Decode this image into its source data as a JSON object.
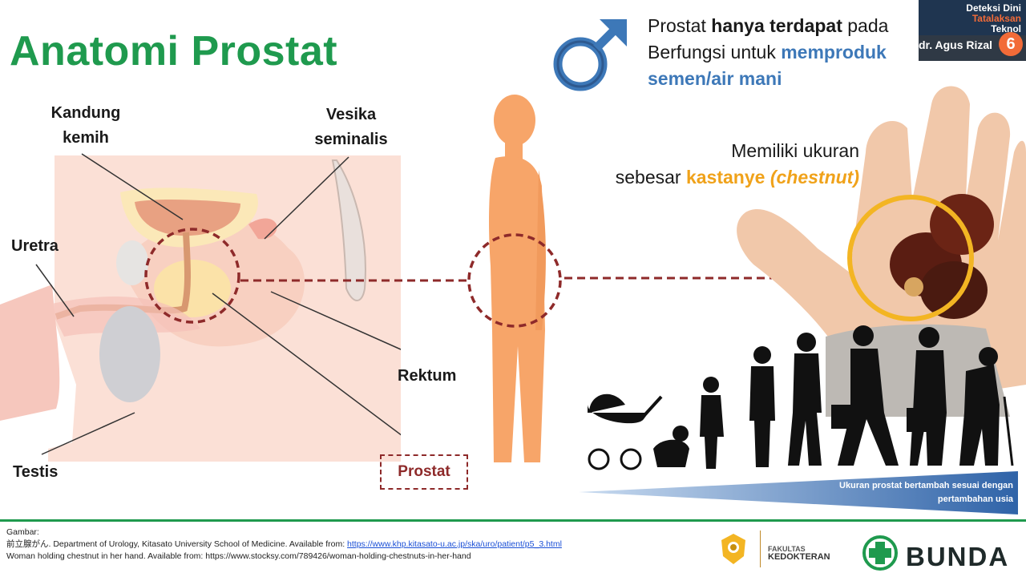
{
  "title": "Anatomi Prostat",
  "labels": {
    "kandung_kemih_1": "Kandung",
    "kandung_kemih_2": "kemih",
    "vesika_1": "Vesika",
    "vesika_2": "seminalis",
    "uretra": "Uretra",
    "rektum": "Rektum",
    "testis": "Testis",
    "prostat": "Prostat"
  },
  "info": {
    "l1a": "Prostat ",
    "l1b": "hanya terdapat",
    "l1c": " pada",
    "l2a": "Berfungsi untuk ",
    "l2b": "memproduk",
    "l3": "semen/air mani"
  },
  "size": {
    "l1": "Memiliki ukuran",
    "l2a": "sebesar ",
    "l2b": "kastanye ",
    "l2c": "(chestnut)"
  },
  "growth_caption": {
    "l1": "Ukuran prostat bertambah sesuai dengan",
    "l2": "pertambahan usia"
  },
  "credits": {
    "heading": "Gambar:",
    "line1_prefix": "前立腺がん. Department of Urology, Kitasato University School of Medicine. Available from: ",
    "line1_link": "https://www.khp.kitasato-u.ac.jp/ska/uro/patient/p5_3.html",
    "line2": "Woman holding chestnut in her hand. Available from: https://www.stocksy.com/789426/woman-holding-chestnuts-in-her-hand"
  },
  "webcam": {
    "l1": "Deteksi Dini",
    "l2": "Tatalaksan",
    "l3": "Teknol",
    "name": "dr. Agus Rizal",
    "badge": "6"
  },
  "logos": {
    "fk_1": "FAKULTAS",
    "fk_2": "KEDOKTERAN",
    "bunda": "BUNDA"
  },
  "icons": [
    "male-symbol-icon",
    "university-seal-icon",
    "bunda-cross-icon"
  ],
  "colors": {
    "title_green": "#1f9a4e",
    "info_blue": "#3d78b8",
    "chestnut_orange": "#f0a21a",
    "dashed_red": "#8e2a2a",
    "body_orange": "#f7a569"
  }
}
